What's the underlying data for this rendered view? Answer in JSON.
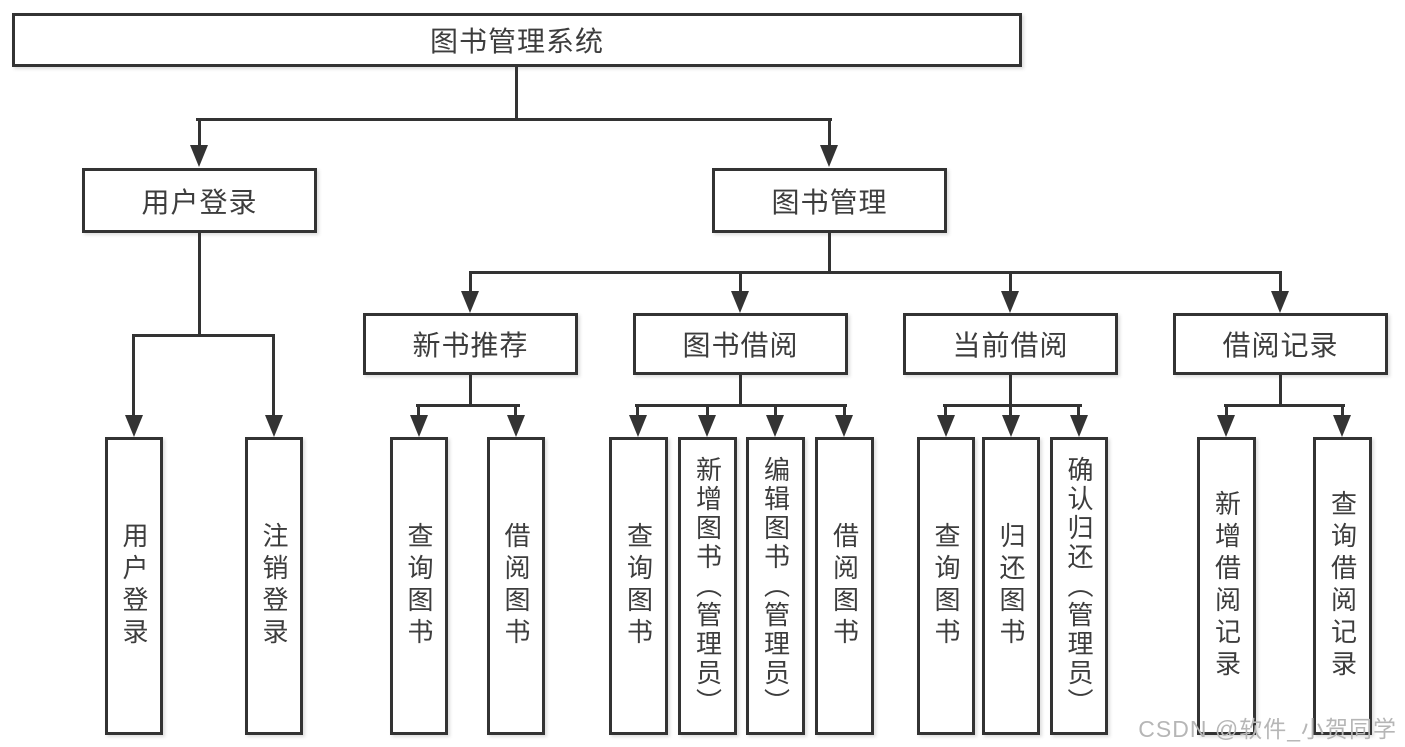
{
  "diagram": {
    "title": "图书管理系统",
    "nodes": {
      "root": {
        "label": "图书管理系统"
      },
      "user_login": {
        "label": "用户登录"
      },
      "book_mgmt": {
        "label": "图书管理"
      },
      "new_books": {
        "label": "新书推荐"
      },
      "book_borrow": {
        "label": "图书借阅"
      },
      "current_borrow": {
        "label": "当前借阅"
      },
      "borrow_records": {
        "label": "借阅记录"
      }
    },
    "leaves": {
      "user_login": [
        "用户登录",
        "注销登录"
      ],
      "new_books": [
        "查询图书",
        "借阅图书"
      ],
      "book_borrow": [
        "查询图书",
        "新增图书（管理员）",
        "编辑图书（管理员）",
        "借阅图书"
      ],
      "current_borrow": [
        "查询图书",
        "归还图书",
        "确认归还（管理员）"
      ],
      "borrow_records": [
        "新增借阅记录",
        "查询借阅记录"
      ]
    },
    "line_color": "#333333",
    "text_color": "#3d3d3d"
  },
  "watermark": {
    "text": "CSDN @软件_小贺同学",
    "color": "#b6b6b6"
  }
}
